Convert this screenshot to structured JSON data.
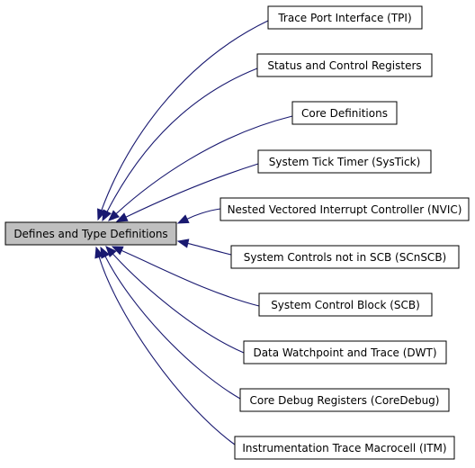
{
  "center": {
    "label": "Defines and Type Definitions",
    "fill": "#bfbfbf"
  },
  "nodes": [
    {
      "label": "Trace Port Interface (TPI)"
    },
    {
      "label": "Status and Control Registers"
    },
    {
      "label": "Core Definitions"
    },
    {
      "label": "System Tick Timer (SysTick)"
    },
    {
      "label": "Nested Vectored Interrupt Controller (NVIC)"
    },
    {
      "label": "System Controls not in SCB (SCnSCB)"
    },
    {
      "label": "System Control Block (SCB)"
    },
    {
      "label": "Data Watchpoint and Trace (DWT)"
    },
    {
      "label": "Core Debug Registers (CoreDebug)"
    },
    {
      "label": "Instrumentation Trace Macrocell (ITM)"
    }
  ],
  "colors": {
    "edge": "#191970",
    "node_border": "#000000",
    "node_fill": "#ffffff"
  }
}
